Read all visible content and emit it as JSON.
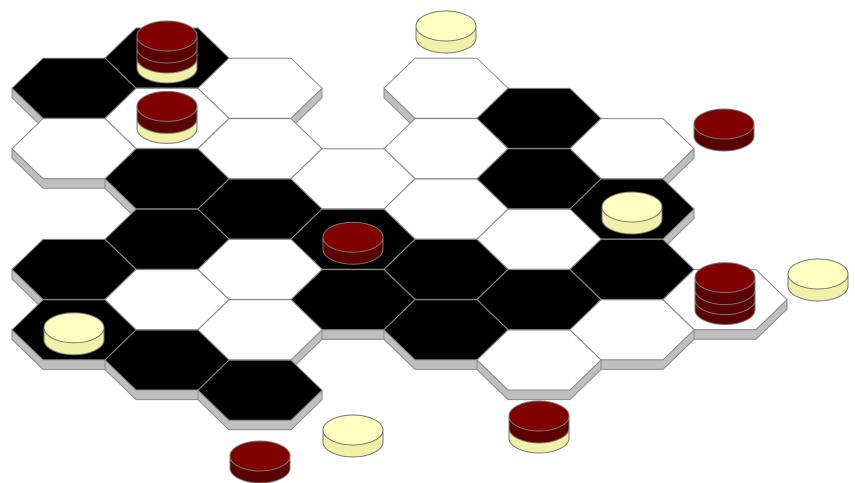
{
  "colors": {
    "black_tile": "#000000",
    "white_tile": "#ffffff",
    "tile_side": "#bfbfbf",
    "tile_side_dark": "#8a8a8a",
    "tile_edge": "#888888",
    "red_piece": "#800000",
    "red_piece_side": "#5a0000",
    "cream_piece": "#ffffc0",
    "cream_piece_side": "#f0f0a8",
    "piece_edge": "#777777"
  },
  "board": {
    "tiles": [
      {
        "col": 1,
        "row": 0,
        "color": "black"
      },
      {
        "col": 2,
        "row": 1,
        "color": "white"
      },
      {
        "col": 0,
        "row": 1,
        "color": "black"
      },
      {
        "col": 1,
        "row": 2,
        "color": "white"
      },
      {
        "col": 0,
        "row": 3,
        "color": "white"
      },
      {
        "col": 2,
        "row": 3,
        "color": "white"
      },
      {
        "col": 1,
        "row": 4,
        "color": "black"
      },
      {
        "col": 3,
        "row": 4,
        "color": "white"
      },
      {
        "col": 2,
        "row": 5,
        "color": "black"
      },
      {
        "col": 1,
        "row": 6,
        "color": "black"
      },
      {
        "col": 3,
        "row": 6,
        "color": "black"
      },
      {
        "col": 0,
        "row": 7,
        "color": "black"
      },
      {
        "col": 2,
        "row": 7,
        "color": "white"
      },
      {
        "col": 1,
        "row": 8,
        "color": "white"
      },
      {
        "col": 3,
        "row": 8,
        "color": "black"
      },
      {
        "col": 0,
        "row": 9,
        "color": "black"
      },
      {
        "col": 2,
        "row": 9,
        "color": "white"
      },
      {
        "col": 1,
        "row": 10,
        "color": "black"
      },
      {
        "col": 2,
        "row": 11,
        "color": "black"
      },
      {
        "col": 4,
        "row": 1,
        "color": "white"
      },
      {
        "col": 5,
        "row": 2,
        "color": "black"
      },
      {
        "col": 4,
        "row": 3,
        "color": "white"
      },
      {
        "col": 6,
        "row": 3,
        "color": "white"
      },
      {
        "col": 5,
        "row": 4,
        "color": "black"
      },
      {
        "col": 4,
        "row": 5,
        "color": "white"
      },
      {
        "col": 6,
        "row": 5,
        "color": "black"
      },
      {
        "col": 5,
        "row": 6,
        "color": "white"
      },
      {
        "col": 4,
        "row": 7,
        "color": "black"
      },
      {
        "col": 6,
        "row": 7,
        "color": "black"
      },
      {
        "col": 3,
        "row": 8,
        "color": "black"
      },
      {
        "col": 5,
        "row": 8,
        "color": "black"
      },
      {
        "col": 7,
        "row": 8,
        "color": "white"
      },
      {
        "col": 4,
        "row": 9,
        "color": "black"
      },
      {
        "col": 6,
        "row": 9,
        "color": "white"
      },
      {
        "col": 5,
        "row": 10,
        "color": "white"
      }
    ],
    "stacks": [
      {
        "col": 1,
        "row": 0,
        "pieces": [
          "cream",
          "red",
          "red"
        ]
      },
      {
        "col": 1,
        "row": 2,
        "pieces": [
          "cream",
          "red"
        ]
      },
      {
        "col": 3,
        "row": 6,
        "pieces": [
          "red"
        ]
      },
      {
        "col": 6,
        "row": 5,
        "pieces": [
          "cream"
        ]
      },
      {
        "col": 7,
        "row": 8,
        "pieces": [
          "red",
          "red",
          "red"
        ]
      },
      {
        "col": 0,
        "row": 9,
        "pieces": [
          "cream"
        ]
      }
    ],
    "reserve": [
      {
        "id": "reserve-cream-top",
        "color": "cream",
        "count": 1
      },
      {
        "id": "reserve-red-right",
        "color": "red",
        "count": 1
      },
      {
        "id": "reserve-cream-right",
        "color": "cream",
        "count": 1
      },
      {
        "id": "reserve-cream-bottom",
        "color": "cream",
        "count": 1
      },
      {
        "id": "reserve-red-bottom-left",
        "color": "red",
        "count": 1
      },
      {
        "id": "reserve-red-stack-bottom",
        "color": "red",
        "count": 2,
        "base": "cream"
      }
    ]
  }
}
